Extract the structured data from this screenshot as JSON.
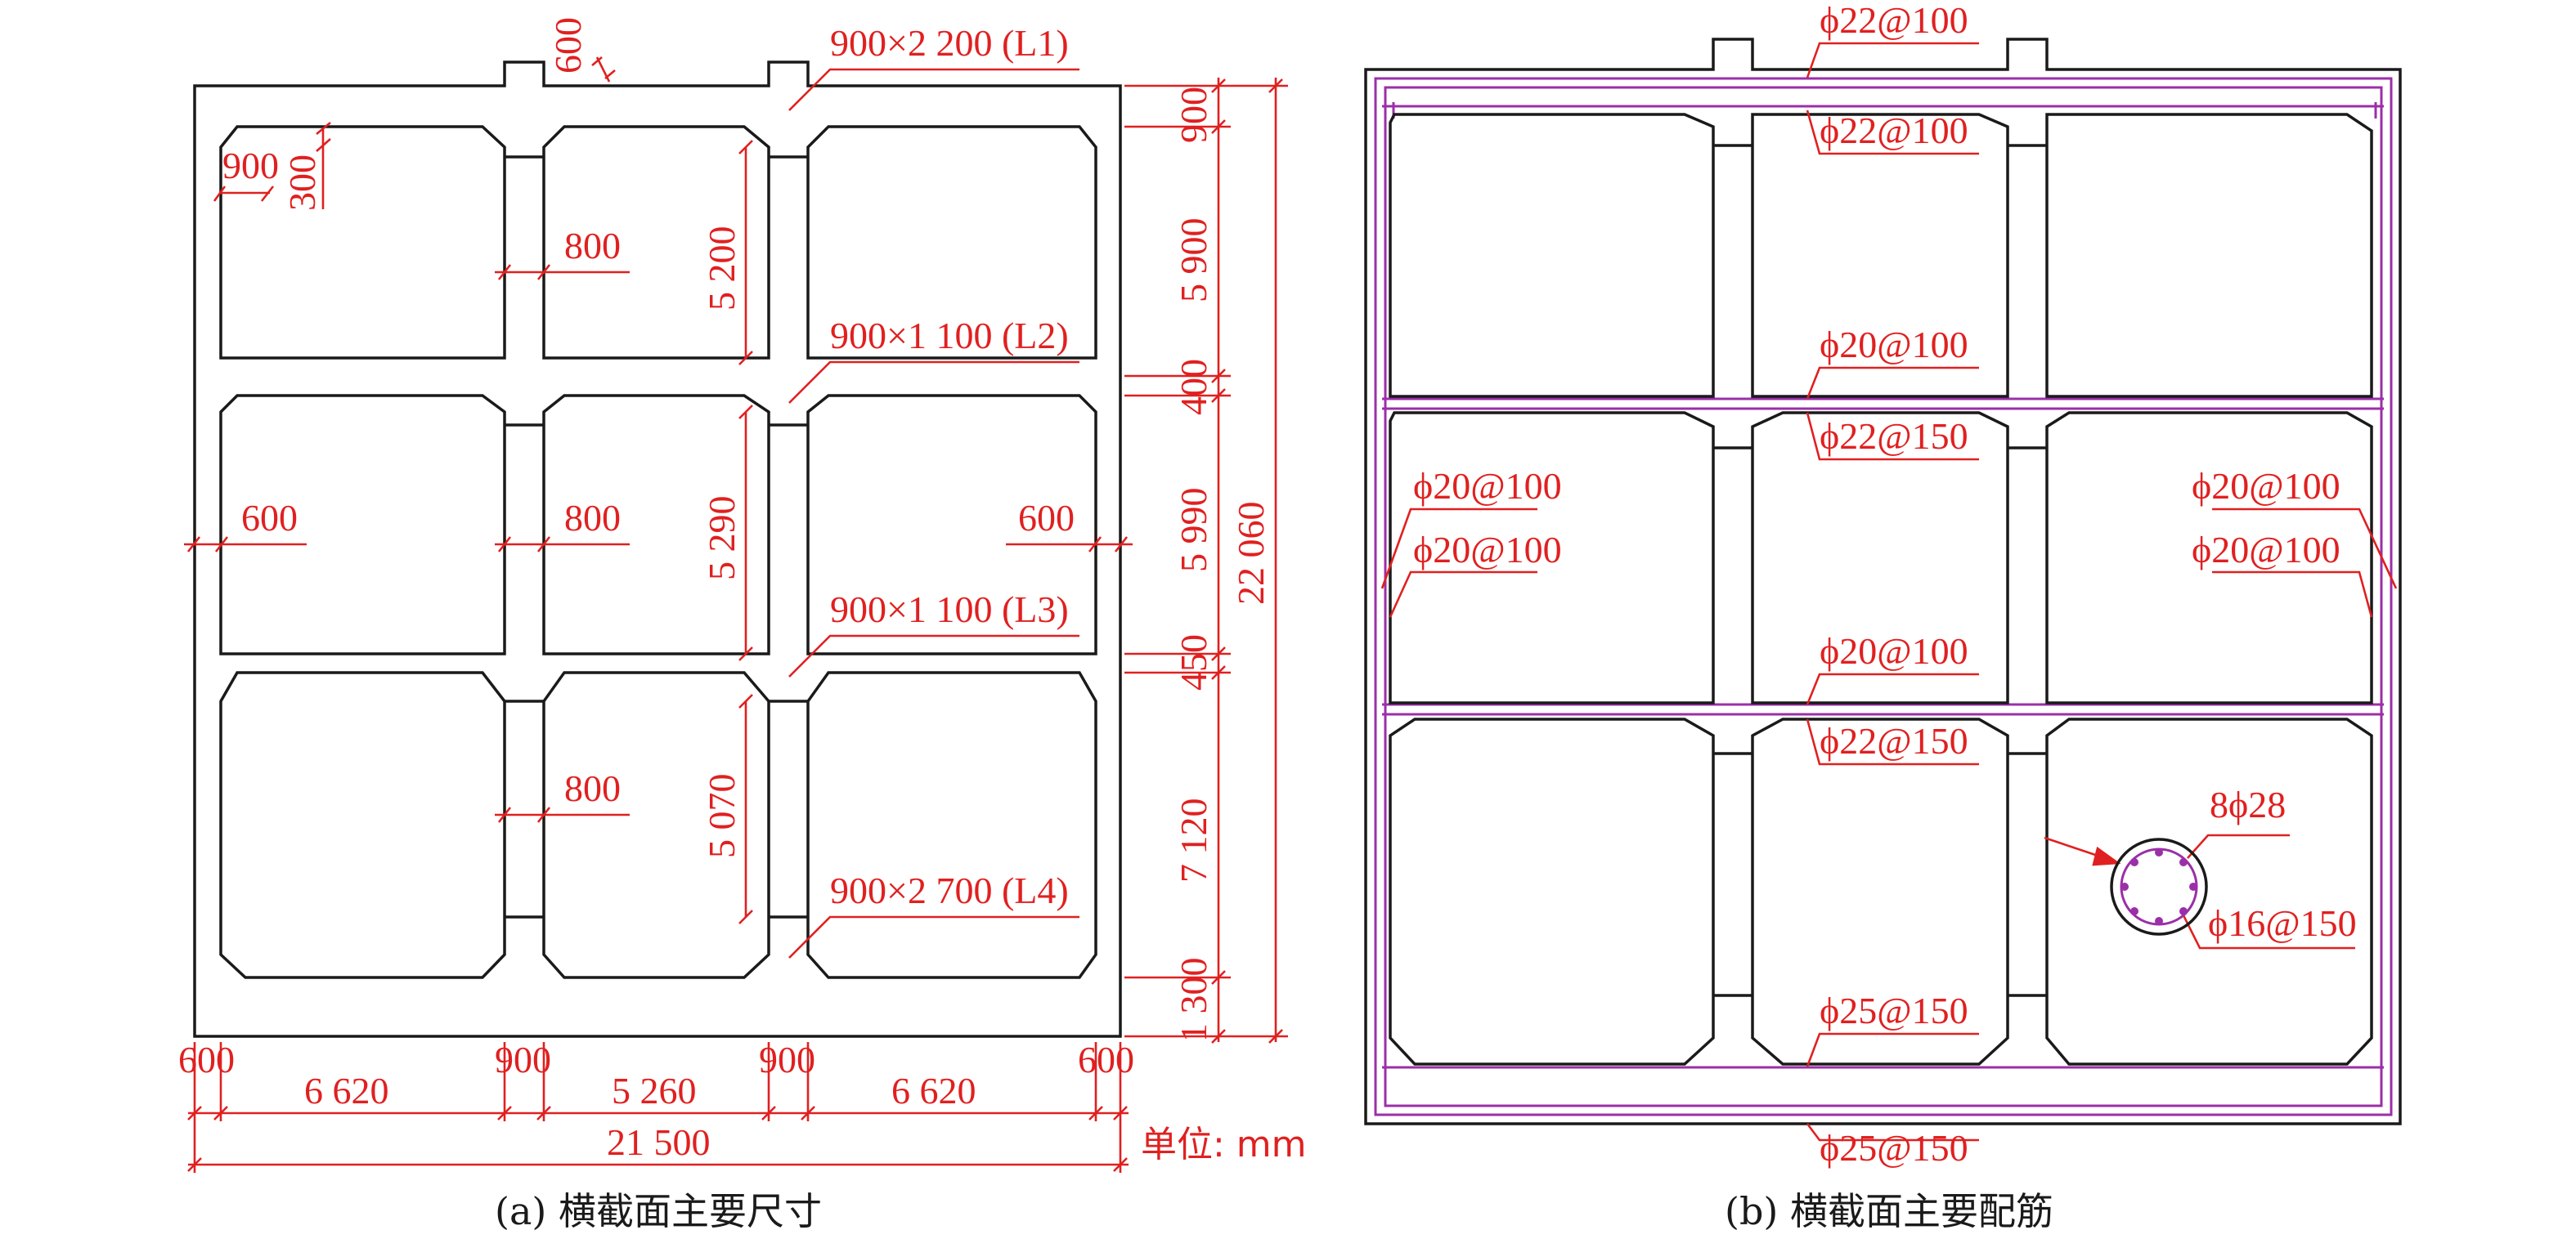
{
  "left": {
    "caption": "(a) 横截面主要尺寸",
    "beams": [
      "900×2 200 (L1)",
      "900×1 100 (L2)",
      "900×1 100 (L3)",
      "900×2 700 (L4)"
    ],
    "top_stub_dim": "600",
    "haunch": {
      "w": "900",
      "h": "300"
    },
    "wall_dims": {
      "mid_top": "800",
      "mid_mid": "800",
      "mid_bot": "800",
      "left": "600",
      "right": "600"
    },
    "clear_heights": [
      "5 200",
      "5 290",
      "5 070"
    ],
    "right_dims": [
      "900",
      "5 900",
      "400",
      "5 990",
      "450",
      "7 120",
      "1 300"
    ],
    "total_height": "22 060",
    "bottom_dims_top": [
      "600",
      "900",
      "900",
      "600"
    ],
    "bottom_dims_spans": [
      "6 620",
      "5 260",
      "6 620"
    ],
    "total_width": "21 500",
    "unit": "单位: mm"
  },
  "right": {
    "caption": "(b) 横截面主要配筋",
    "rebar": {
      "top_outer": "ϕ22@100",
      "top_inner": "ϕ22@100",
      "slab1_top": "ϕ20@100",
      "slab1_bot": "ϕ22@150",
      "slab2_top": "ϕ20@100",
      "slab2_bot": "ϕ22@150",
      "left_outer": "ϕ20@100",
      "left_inner": "ϕ20@100",
      "right_outer": "ϕ20@100",
      "right_inner": "ϕ20@100",
      "bottom_inner": "ϕ25@150",
      "bottom_outer": "ϕ25@150",
      "column_main": "8ϕ28",
      "column_tie": "ϕ16@150"
    }
  },
  "colors": {
    "outline": "#1a1a1a",
    "dimension": "#e02020",
    "rebar": "#9b2fa8"
  }
}
